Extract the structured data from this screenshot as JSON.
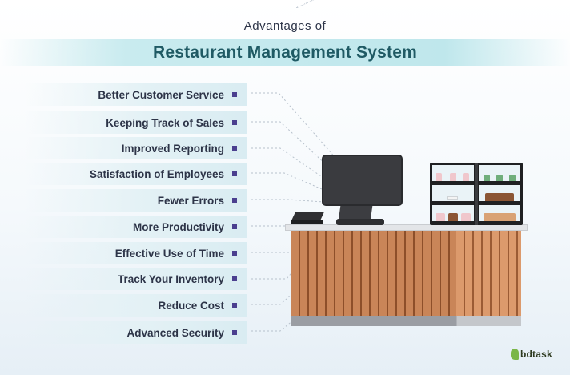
{
  "header": {
    "subtitle": "Advantages of",
    "title": "Restaurant Management System"
  },
  "advantages": [
    "Better Customer Service",
    "Keeping Track of Sales",
    "Improved Reporting",
    "Satisfaction of Employees",
    "Fewer Errors",
    "More Productivity",
    "Effective Use of Time",
    "Track Your Inventory",
    "Reduce Cost",
    "Advanced Security"
  ],
  "logo": {
    "text": "bdtask"
  },
  "colors": {
    "title": "#1f5a64",
    "band": "#c9ebef",
    "bullet": "#4b3f8f",
    "counter_wood": "#c98558",
    "logo_green": "#7ab648"
  }
}
